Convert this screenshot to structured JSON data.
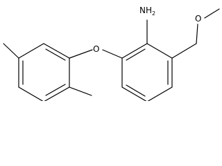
{
  "molecule": {
    "atoms": {
      "amine_N": "NH",
      "amine_sub": "2",
      "ether_O": "O",
      "methoxy_O": "O"
    },
    "colors": {
      "bond": "#000000",
      "label": "#000000",
      "background": "#ffffff"
    }
  }
}
